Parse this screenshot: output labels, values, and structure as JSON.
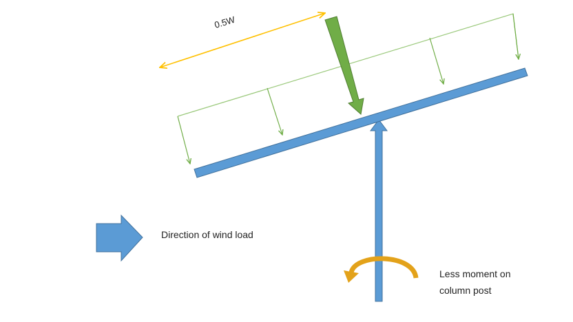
{
  "labels": {
    "dimension": "0.5W",
    "wind_direction": "Direction of wind load",
    "moment_line1": "Less moment on",
    "moment_line2": "column post"
  },
  "colors": {
    "panel": "#5b9bd5",
    "panel_stroke": "#41719c",
    "resultant_force": "#70ad47",
    "resultant_stroke": "#507e32",
    "load_outline": "#9bc97c",
    "load_arrow": "#70ad47",
    "dimension": "#ffc000",
    "moment": "#e3a21a",
    "wind_arrow": "#5b9bd5"
  },
  "icons": {
    "wind": "block-arrow-right-icon",
    "moment": "curved-arrow-icon"
  }
}
